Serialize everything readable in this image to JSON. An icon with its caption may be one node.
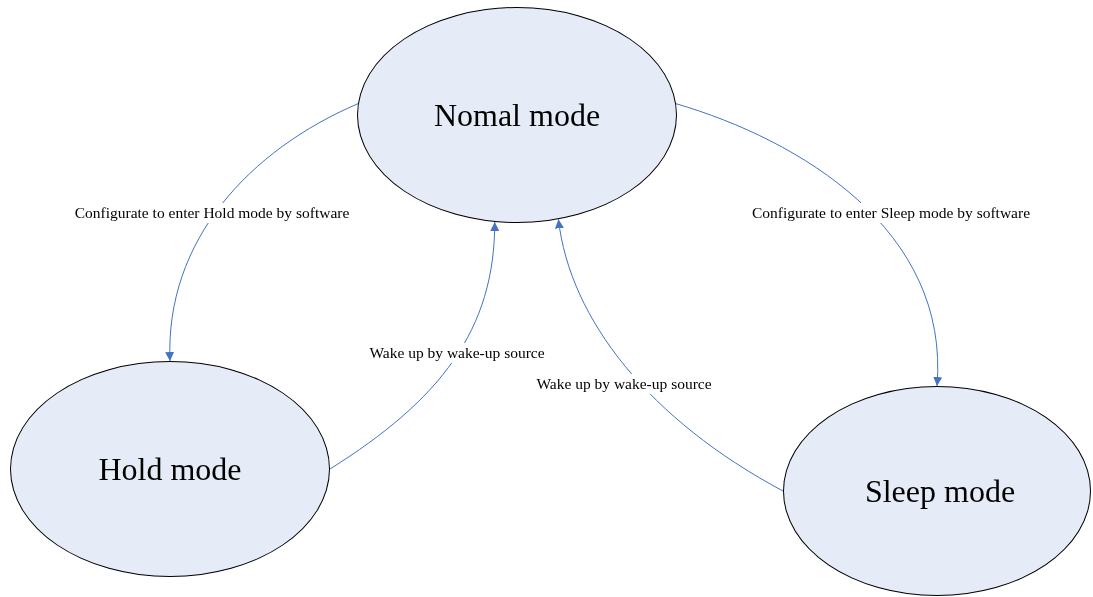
{
  "diagram": {
    "nodes": [
      {
        "text": [
          "Nomal mode"
        ]
      },
      {
        "text": [
          "Hold mode"
        ]
      },
      {
        "text": [
          "Sleep mode"
        ]
      }
    ],
    "edges": [
      {
        "from": 0,
        "to": 1,
        "arrow": "to",
        "label": "Configurate to enter Hold mode by software"
      },
      {
        "from": 0,
        "to": 2,
        "arrow": "to",
        "label": "Configurate to enter Sleep mode by software"
      },
      {
        "from": 1,
        "to": 0,
        "arrow": "to",
        "label": "Wake up by wake-up source"
      },
      {
        "from": 2,
        "to": 0,
        "arrow": "to",
        "label": "Wake up by wake-up source"
      }
    ]
  }
}
